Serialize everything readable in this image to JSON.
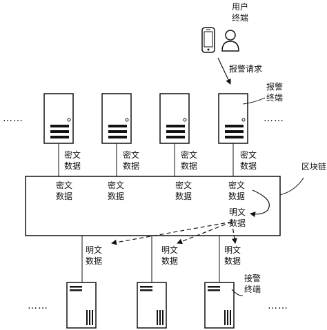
{
  "user_terminal": {
    "line1": "用户",
    "line2": "终端"
  },
  "alarm_request": "报警请求",
  "alarm_terminal": {
    "line1": "报警",
    "line2": "终端"
  },
  "blockchain_label": "区块链",
  "ciphertext": {
    "line1": "密文",
    "line2": "数据"
  },
  "plaintext": {
    "line1": "明文",
    "line2": "数据"
  },
  "receiving_terminal": {
    "line1": "接警",
    "line2": "终端"
  },
  "ellipsis": "……"
}
